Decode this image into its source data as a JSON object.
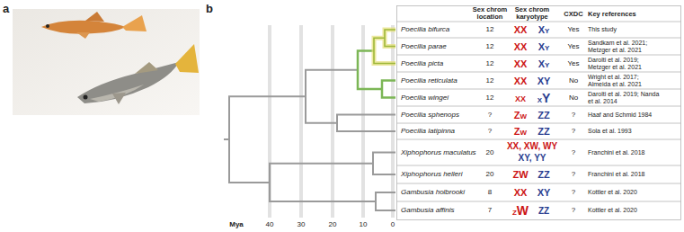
{
  "diagram": {
    "labels": [
      "a",
      "b",
      "Sex chrom location",
      "Sex chrom karyotype",
      "CXDC",
      "Key references",
      "Poecilia bifurca",
      "12",
      "XX",
      "XY",
      "Yes",
      "This study",
      "Poecilia parae",
      "12",
      "XX",
      "XY",
      "Yes",
      "Sandkam et al. 2021; Metzger et al. 2021",
      "Poecilia picta",
      "12",
      "XX",
      "XY",
      "Yes",
      "Darolti et al. 2019; Metzger et al. 2021",
      "Poecilia reticulata",
      "12",
      "XX",
      "XY",
      "No",
      "Wright et al. 2017; Almeida et al. 2021",
      "Poecilia wingei",
      "12",
      "XX",
      "XY",
      "No",
      "Darolti et al. 2019; Nanda et al. 2014",
      "Poecilia sphenops",
      "?",
      "ZW",
      "ZZ",
      "?",
      "Haaf and Schmid 1984",
      "Poecilia latipinna",
      "?",
      "ZW",
      "ZZ",
      "?",
      "Sola et al. 1993",
      "Xiphophorus maculatus",
      "20",
      "XX, XW, WY",
      "XY, YY",
      "?",
      "Franchini et al. 2018",
      "Xiphophorus helleri",
      "20",
      "ZW",
      "ZZ",
      "?",
      "Franchini et al. 2018",
      "Gambusia holbrooki",
      "8",
      "XX",
      "XY",
      "?",
      "Kottler et al. 2020",
      "Gambusia affinis",
      "7",
      "ZW",
      "ZZ",
      "?",
      "Kottler et al. 2020",
      "Mya",
      "40",
      "30",
      "20",
      "10",
      "0"
    ]
  }
}
